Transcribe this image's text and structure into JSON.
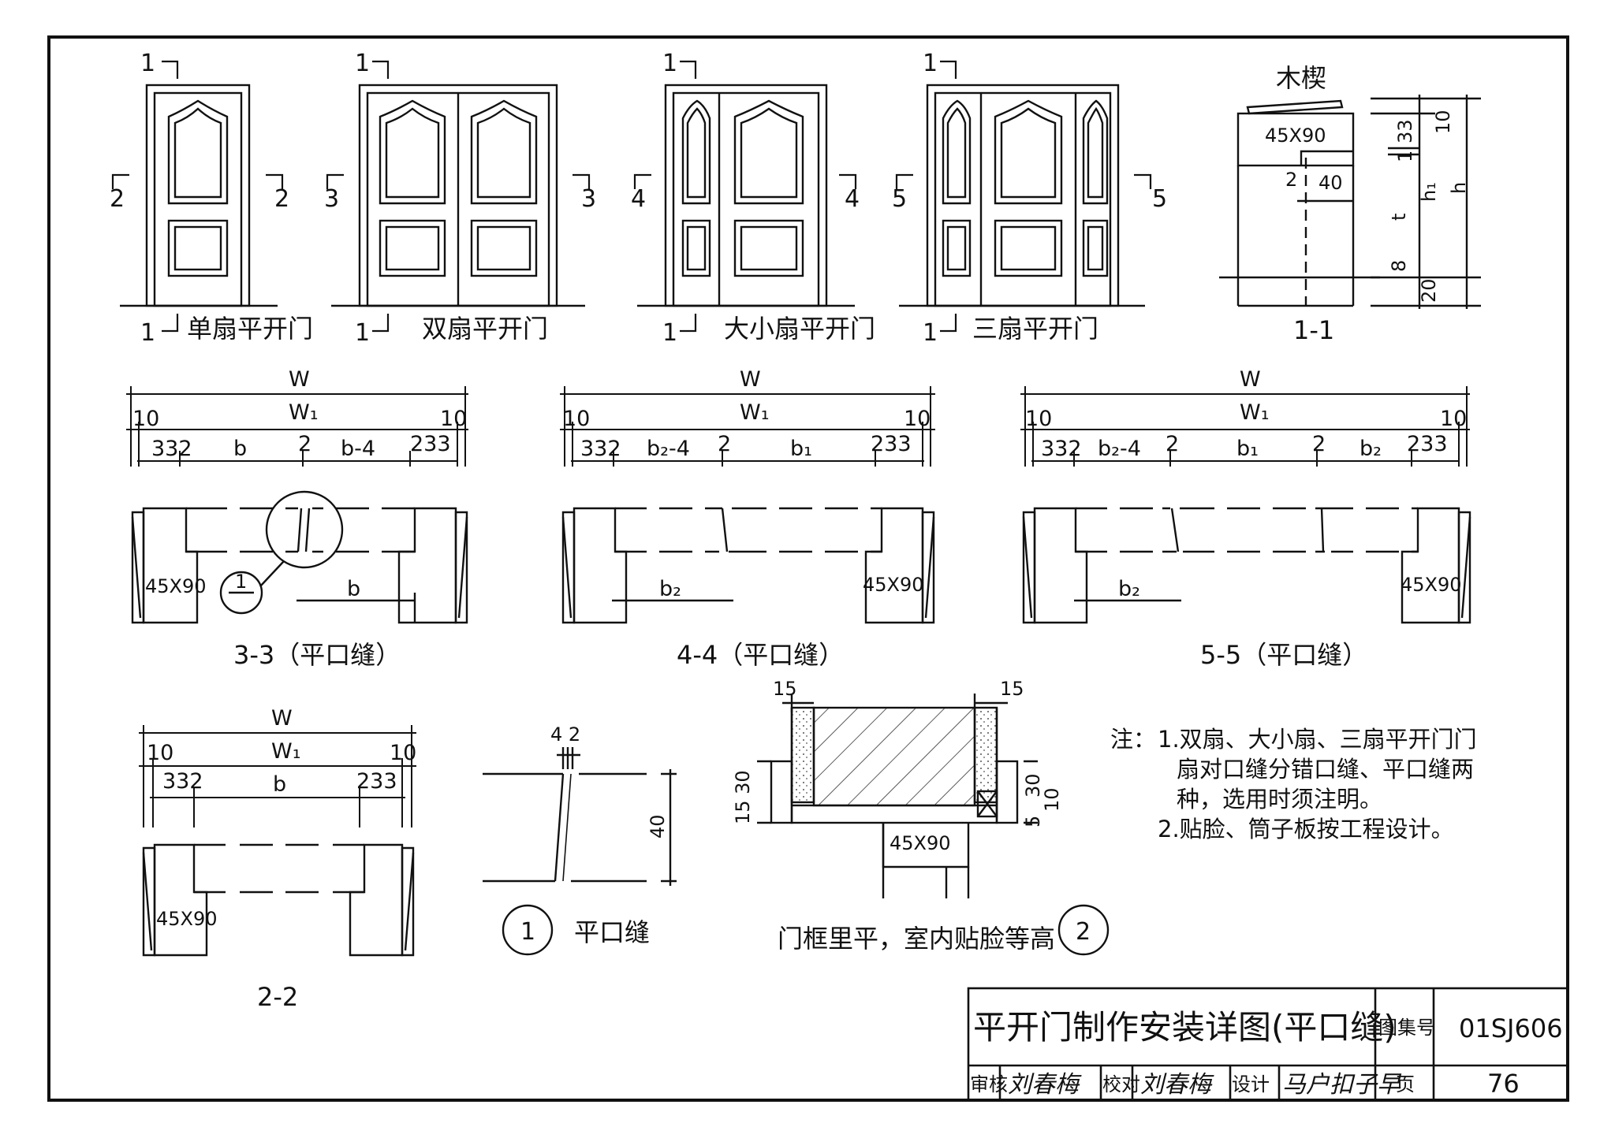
{
  "colors": {
    "ink": "#111111",
    "paper": "#ffffff",
    "hatch": "#333333"
  },
  "elevations": {
    "section_marks": {
      "s1": "1",
      "s2": "2",
      "s3": "3",
      "s4": "4",
      "s5": "5"
    },
    "single_caption": "单扇平开门",
    "double_caption": "双扇平开门",
    "unequal_caption": "大小扇平开门",
    "triple_caption": "三扇平开门"
  },
  "section_11": {
    "wedge_label": "木楔",
    "frame_label": "45X90",
    "dims": {
      "d10": "10",
      "d33": "33",
      "d1": "1",
      "d2": "2",
      "d40": "40",
      "h1": "h₁",
      "h": "h",
      "t": "t",
      "d8": "8",
      "d20": "20"
    },
    "caption": "1-1"
  },
  "section_33": {
    "W": "W",
    "W1": "W₁",
    "d10l": "10",
    "d10r": "10",
    "d332": "332",
    "b": "b",
    "mid2": "2",
    "b4": "b-4",
    "d233": "233",
    "frame_label": "45X90",
    "detail_top": "1",
    "b_lower": "b",
    "caption": "3-3（平口缝）"
  },
  "section_44": {
    "W": "W",
    "W1": "W₁",
    "d10l": "10",
    "d10r": "10",
    "d332": "332",
    "b24": "b₂-4",
    "mid2": "2",
    "b1": "b₁",
    "d233": "233",
    "frame_label": "45X90",
    "b2_lower": "b₂",
    "caption": "4-4（平口缝）"
  },
  "section_55": {
    "W": "W",
    "W1": "W₁",
    "d10l": "10",
    "d10r": "10",
    "d332": "332",
    "b24": "b₂-4",
    "mid2a": "2",
    "b1": "b₁",
    "mid2b": "2",
    "b2": "b₂",
    "d233": "233",
    "frame_label": "45X90",
    "b2_lower": "b₂",
    "caption": "5-5（平口缝）"
  },
  "section_22": {
    "W": "W",
    "W1": "W₁",
    "d10l": "10",
    "d10r": "10",
    "d332": "332",
    "b": "b",
    "d233": "233",
    "frame_label": "45X90",
    "caption": "2-2"
  },
  "detail_1": {
    "d42": "4 2",
    "d40": "40",
    "num": "1",
    "caption": "平口缝"
  },
  "detail_2": {
    "d15l": "15",
    "d15r": "15",
    "d1530": "15 30",
    "d30": "30",
    "d5": "5",
    "d10": "10",
    "frame_label": "45X90",
    "num": "2",
    "caption": "门框里平，室内贴脸等高"
  },
  "notes": {
    "prefix": "注：",
    "line1": "1.双扇、大小扇、三扇平开门门",
    "line2": "扇对口缝分错口缝、平口缝两",
    "line3": "种，选用时须注明。",
    "line4": "2.贴脸、筒子板按工程设计。"
  },
  "title_block": {
    "title": "平开门制作安装详图(平口缝)",
    "atlas_label": "图集号",
    "atlas_no": "01SJ606",
    "review_label": "审核",
    "reviewer": "刘春梅",
    "check_label": "校对",
    "checker": "刘春梅",
    "design_label": "设计",
    "designer": "马户扣子早",
    "page_label": "页",
    "page_no": "76"
  }
}
